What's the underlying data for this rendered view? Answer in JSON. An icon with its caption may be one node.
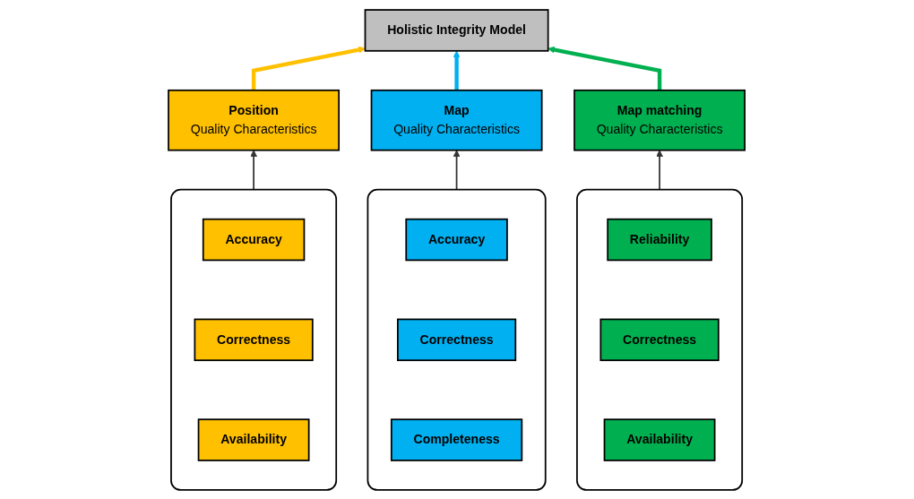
{
  "diagram": {
    "nodes": [
      {
        "text": [
          "Holistic Integrity Model"
        ]
      },
      {
        "text": [
          "Position",
          "Quality Characteristics"
        ]
      },
      {
        "text": [
          "Map",
          "Quality Characteristics"
        ]
      },
      {
        "text": [
          "Map matching",
          "Quality Characteristics"
        ]
      },
      {
        "text": [],
        "shape": "box"
      },
      {
        "text": [
          "Accuracy"
        ],
        "in": 4
      },
      {
        "text": [
          "Correctness"
        ],
        "in": 4
      },
      {
        "text": [
          "Availability"
        ],
        "in": 4
      },
      {
        "text": [],
        "shape": "box"
      },
      {
        "text": [
          "Accuracy"
        ],
        "in": 8
      },
      {
        "text": [
          "Correctness"
        ],
        "in": 8
      },
      {
        "text": [
          "Completeness"
        ],
        "in": 8
      },
      {
        "text": [],
        "shape": "box"
      },
      {
        "text": [
          "Reliability"
        ],
        "in": 12
      },
      {
        "text": [
          "Correctness"
        ],
        "in": 12
      },
      {
        "text": [
          "Availability"
        ],
        "in": 12
      }
    ],
    "edges": [
      {
        "from": 1,
        "to": 0,
        "arrow": "to",
        "style": "thick",
        "color": "#ffc000"
      },
      {
        "from": 2,
        "to": 0,
        "arrow": "to",
        "style": "thick",
        "color": "#00b0f0"
      },
      {
        "from": 3,
        "to": 0,
        "arrow": "to",
        "style": "thick",
        "color": "#00b050"
      },
      {
        "from": 4,
        "to": 1,
        "arrow": "to"
      },
      {
        "from": 8,
        "to": 2,
        "arrow": "to"
      },
      {
        "from": 12,
        "to": 3,
        "arrow": "to"
      }
    ]
  }
}
